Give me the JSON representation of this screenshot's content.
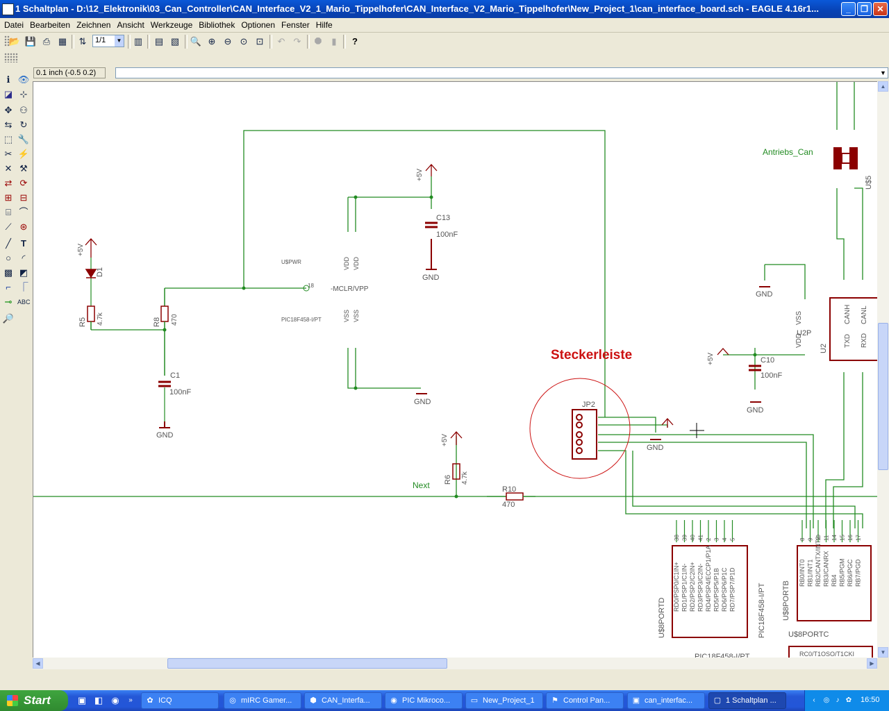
{
  "window": {
    "title": "1 Schaltplan - D:\\12_Elektronik\\03_Can_Controller\\CAN_Interface_V2_1_Mario_Tippelhofer\\CAN_Interface_V2_Mario_Tippelhofer\\New_Project_1\\can_interface_board.sch - EAGLE 4.16r1...",
    "minimize": "_",
    "maximize": "❐",
    "close": "✕"
  },
  "menu": [
    "Datei",
    "Bearbeiten",
    "Zeichnen",
    "Ansicht",
    "Werkzeuge",
    "Bibliothek",
    "Optionen",
    "Fenster",
    "Hilfe"
  ],
  "toolbar": {
    "zoom_select": "1/1",
    "icons": [
      "open-icon",
      "save-icon",
      "print-icon",
      "cam-icon",
      "sheet-icon",
      "zoom-select",
      "board-icon",
      "script-icon",
      "ulp-icon",
      "zoom-fit-icon",
      "zoom-in-icon",
      "zoom-out-icon",
      "zoom-redraw-icon",
      "zoom-area-icon",
      "undo-icon",
      "redo-icon",
      "stop-icon",
      "go-icon",
      "help-icon"
    ]
  },
  "coordinates": "0.1 inch (-0.5 0.2)",
  "command_line": "",
  "schematic": {
    "labels": {
      "steckerleiste": "Steckerleiste",
      "antriebs_can": "Antriebs_Can",
      "next": "Next",
      "mclr": "-MCLR/VPP",
      "us_pwr": "U$PWR",
      "pic_pwr": "PIC18F458-I/PT",
      "vdd": "VDD",
      "vss": "VSS",
      "pin18": "18",
      "jp2": "JP2",
      "u2": "U2",
      "canh": "CANH",
      "canl": "CANL",
      "txd": "TXD",
      "rxd": "RXD",
      "u5": "U$5",
      "vdd_u2": "VDD",
      "vss_u2": "VSS",
      "u2p": "U2P",
      "portd_name": "U$8PORTD",
      "portd_value": "PIC18F458-I/PT",
      "portb_name": "U$8PORTB",
      "portc_name": "U$8PORTC",
      "portc_pin": "RC0/T1OSO/T1CKI",
      "bottom_value": "PIC18F458-I/PT"
    },
    "parts": {
      "r5": "R5",
      "r5_val": "4.7k",
      "r8": "R8",
      "r8_val": "470",
      "c1": "C1",
      "c1_val": "100nF",
      "c13": "C13",
      "c13_val": "100nF",
      "c10": "C10",
      "c10_val": "100nF",
      "r6": "R6",
      "r6_val": "4.7k",
      "r10": "R10",
      "r10_val": "470",
      "d1": "D1"
    },
    "supplies": {
      "vcc": "+5V",
      "gnd": "GND"
    },
    "portd_pins": [
      "RD0/PSP0/C1IN+",
      "RD1/PSP1/C1IN-",
      "RD2/PSP2/C2IN+",
      "RD3/PSP3/C2IN-",
      "RD4/PSP4/ECCP1/P1A",
      "RD5/PSP5/P1B",
      "RD6/PSP6/P1C",
      "RD7/PSP7/P1D"
    ],
    "portd_nums": [
      "38",
      "39",
      "40",
      "41",
      "2",
      "3",
      "4",
      "5"
    ],
    "portb_pins": [
      "RB0/INT0",
      "RB1/INT1",
      "RB2/CANTX/INT2",
      "RB3/CANRX",
      "RB4",
      "RB5/PGM",
      "RB6/PGC",
      "RB7/PGD"
    ],
    "portb_nums": [
      "8",
      "9",
      "10",
      "11",
      "14",
      "15",
      "16",
      "17"
    ]
  },
  "taskbar": {
    "start": "Start",
    "tasks": [
      {
        "icon": "✿",
        "label": "ICQ"
      },
      {
        "icon": "◎",
        "label": "mIRC Gamer..."
      },
      {
        "icon": "⬢",
        "label": "CAN_Interfa..."
      },
      {
        "icon": "◉",
        "label": "PIC Mikroco..."
      },
      {
        "icon": "▭",
        "label": "New_Project_1"
      },
      {
        "icon": "⚑",
        "label": "Control Pan..."
      },
      {
        "icon": "▣",
        "label": "can_interfac..."
      },
      {
        "icon": "▢",
        "label": "1 Schaltplan ..."
      }
    ],
    "clock": "16:50"
  }
}
